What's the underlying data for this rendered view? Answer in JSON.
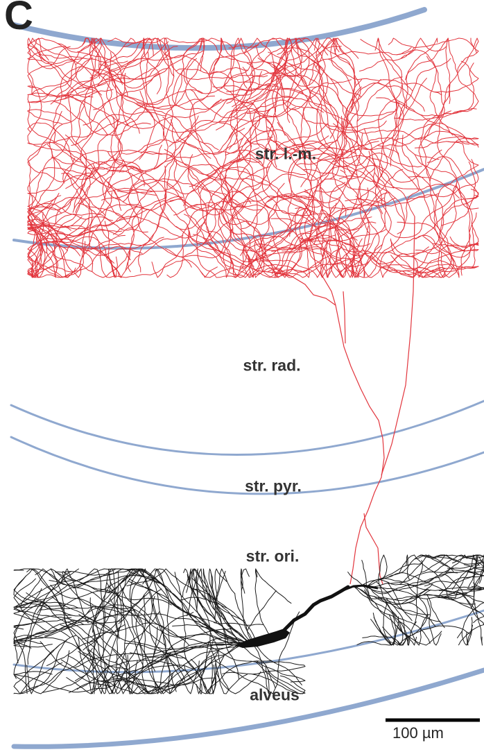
{
  "panel": {
    "letter": "C"
  },
  "layers": {
    "lacunosum_moleculare": "str. l.-m.",
    "radiatum": "str. rad.",
    "pyramidale": "str. pyr.",
    "oriens": "str. ori.",
    "alveus": "alveus"
  },
  "scale_bar": {
    "label": "100 µm"
  },
  "colors": {
    "axon": "#e2343c",
    "dendrite": "#1a1a1a",
    "boundary": "#8fa8cf",
    "text": "#333333"
  }
}
